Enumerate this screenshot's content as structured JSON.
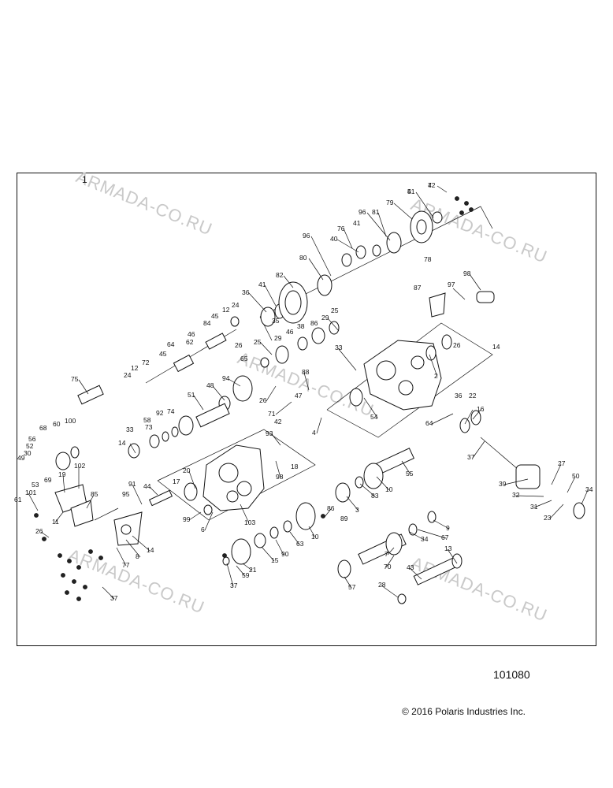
{
  "diagram": {
    "corner_number": "1",
    "diagram_id": "101080",
    "copyright": "© 2016 Polaris Industries Inc.",
    "watermark": "ARMADA-CO.RU",
    "callouts": [
      "7",
      "41",
      "79",
      "96",
      "81",
      "76",
      "40",
      "41",
      "78",
      "96",
      "80",
      "82",
      "41",
      "36",
      "12",
      "24",
      "45",
      "84",
      "46",
      "62",
      "64",
      "45",
      "72",
      "12",
      "24",
      "46",
      "86",
      "29",
      "25",
      "35",
      "38",
      "29",
      "25",
      "26",
      "65",
      "33",
      "14",
      "26",
      "2",
      "87",
      "97",
      "98",
      "75",
      "48",
      "94",
      "51",
      "74",
      "92",
      "58",
      "73",
      "33",
      "14",
      "26",
      "71",
      "42",
      "47",
      "88",
      "4",
      "54",
      "64",
      "36",
      "22",
      "16",
      "37",
      "68",
      "60",
      "100",
      "56",
      "52",
      "30",
      "49",
      "93",
      "20",
      "17",
      "98",
      "18",
      "55",
      "10",
      "83",
      "39",
      "27",
      "50",
      "32",
      "31",
      "34",
      "23",
      "102",
      "19",
      "53",
      "69",
      "101",
      "61",
      "85",
      "11",
      "91",
      "44",
      "95",
      "99",
      "6",
      "103",
      "3",
      "86",
      "89",
      "10",
      "9",
      "67",
      "34",
      "26",
      "14",
      "8",
      "77",
      "63",
      "90",
      "15",
      "21",
      "37",
      "59",
      "7",
      "13",
      "70",
      "43",
      "57",
      "28",
      "37",
      "42",
      "5"
    ],
    "leader_groups": 24
  }
}
